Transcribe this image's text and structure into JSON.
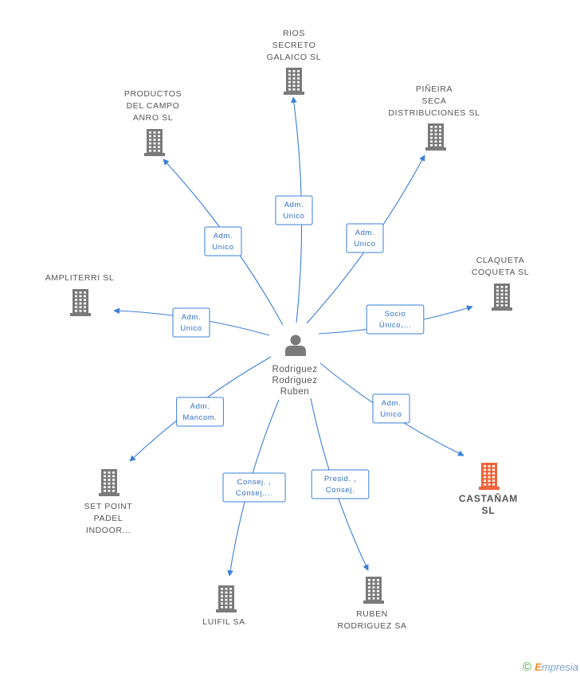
{
  "colors": {
    "edge": "#3a7fd5",
    "building": "#7a7a7a",
    "building_highlight": "#f0643a",
    "person": "#7a7a7a"
  },
  "center": {
    "icon": "person-icon",
    "label_lines": [
      "Rodriguez",
      "Rodriguez",
      "Ruben"
    ]
  },
  "nodes": [
    {
      "id": "rios",
      "icon": "building-icon",
      "label_lines": [
        "RIOS",
        "SECRETO",
        "GALAICO  SL"
      ],
      "highlight": false
    },
    {
      "id": "productos",
      "icon": "building-icon",
      "label_lines": [
        "PRODUCTOS",
        "DEL CAMPO",
        "ANRO  SL"
      ],
      "highlight": false
    },
    {
      "id": "pineira",
      "icon": "building-icon",
      "label_lines": [
        "PIÑEIRA",
        "SECA",
        "DISTRIBUCIONES SL"
      ],
      "highlight": false
    },
    {
      "id": "ampliterri",
      "icon": "building-icon",
      "label_lines": [
        "AMPLITERRI  SL"
      ],
      "highlight": false
    },
    {
      "id": "claqueta",
      "icon": "building-icon",
      "label_lines": [
        "CLAQUETA",
        "COQUETA SL"
      ],
      "highlight": false
    },
    {
      "id": "setpoint",
      "icon": "building-icon",
      "label_lines": [
        "SET POINT",
        "PADEL",
        "INDOOR..."
      ],
      "highlight": false
    },
    {
      "id": "castanam",
      "icon": "building-icon",
      "label_lines": [
        "CASTAÑAM",
        "SL"
      ],
      "highlight": true
    },
    {
      "id": "luifil",
      "icon": "building-icon",
      "label_lines": [
        "LUIFIL SA"
      ],
      "highlight": false
    },
    {
      "id": "ruben",
      "icon": "building-icon",
      "label_lines": [
        "RUBEN",
        "RODRIGUEZ SA"
      ],
      "highlight": false
    }
  ],
  "edges": [
    {
      "to": "rios",
      "label_lines": [
        "Adm.",
        "Unico"
      ]
    },
    {
      "to": "productos",
      "label_lines": [
        "Adm.",
        "Unico"
      ]
    },
    {
      "to": "pineira",
      "label_lines": [
        "Adm.",
        "Unico"
      ]
    },
    {
      "to": "ampliterri",
      "label_lines": [
        "Adm.",
        "Unico"
      ]
    },
    {
      "to": "claqueta",
      "label_lines": [
        "Socio",
        "Único,..."
      ]
    },
    {
      "to": "setpoint",
      "label_lines": [
        "Adm.",
        "Mancom."
      ]
    },
    {
      "to": "castanam",
      "label_lines": [
        "Adm.",
        "Unico"
      ]
    },
    {
      "to": "luifil",
      "label_lines": [
        "Consej. ,",
        "Consej...."
      ]
    },
    {
      "to": "ruben",
      "label_lines": [
        "Presid. ,",
        "Consej."
      ]
    }
  ],
  "footer": {
    "copyright": "©",
    "brand_initial": "E",
    "brand_rest": "mpresia"
  }
}
